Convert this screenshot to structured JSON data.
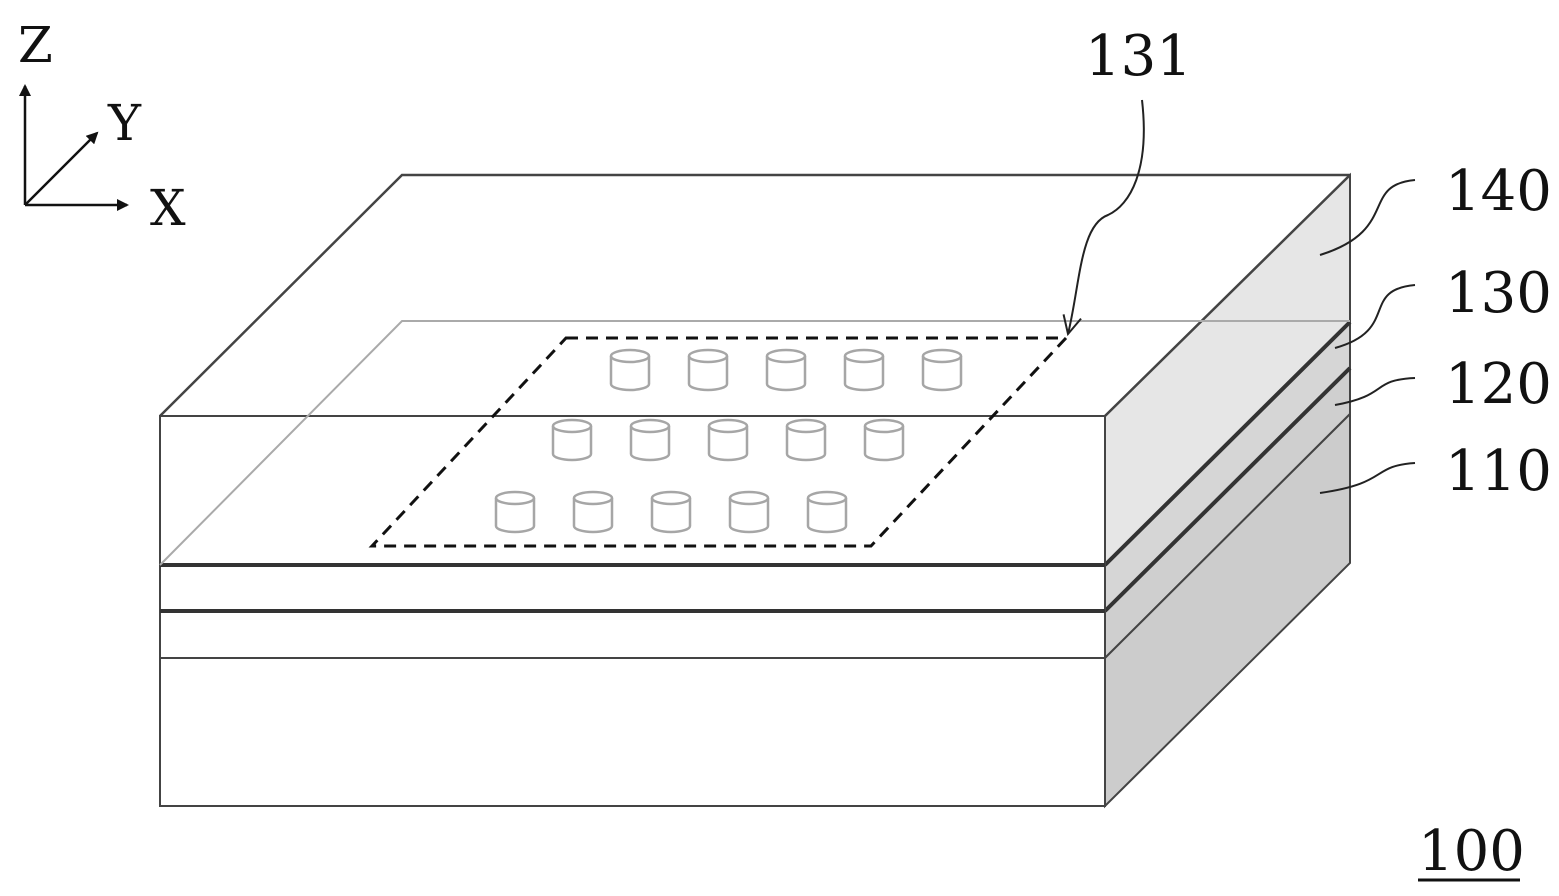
{
  "axes": {
    "z_label": "Z",
    "y_label": "Y",
    "x_label": "X"
  },
  "labels": {
    "region_131": "131",
    "layer_140": "140",
    "layer_130": "130",
    "layer_120": "120",
    "layer_110": "110",
    "device_100": "100"
  },
  "pillar_grid": {
    "rows": 3,
    "columns": 5
  },
  "colors": {
    "line": "#333333",
    "top_layer_side": "#e6e6e6",
    "lower_layer_side": "#cccccc",
    "pillar": "#a6a6a6",
    "background": "#ffffff"
  }
}
